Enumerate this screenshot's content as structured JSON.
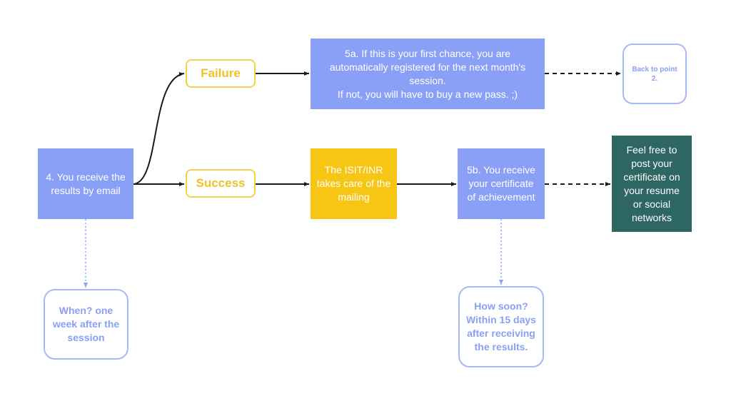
{
  "nodes": {
    "results_email": "4. You receive the\nresults by email",
    "failure": "Failure",
    "success": "Success",
    "step_5a": "5a. If this is your first chance, you are\nautomatically registered for the next month's\nsession.\nIf not, you will have to buy a new pass. ;)",
    "back_to_point": "Back to point\n2.",
    "isit_mailing": "The ISIT/INR\ntakes care of the\nmailing",
    "step_5b": "5b. You receive\nyour certificate\nof achievement",
    "feel_free": "Feel free to\npost your\ncertificate on\nyour resume\nor social\nnetworks",
    "when": "When? one\nweek after the\nsession",
    "how_soon": "How soon?\nWithin 15 days\nafter receiving\nthe results."
  },
  "colors": {
    "primary_blue": "#8aa0f7",
    "light_blue_border": "#a8b8f7",
    "yellow": "#f7c513",
    "yellow_text": "#efc22a",
    "teal": "#2e6664",
    "line": "#1a1a1a"
  }
}
